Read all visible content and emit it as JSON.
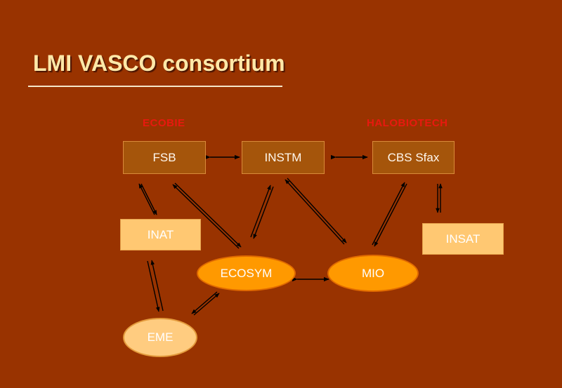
{
  "title": "LMI VASCO consortium",
  "group_labels": {
    "left": "ECOBIE",
    "right": "HALOBIOTECH"
  },
  "nodes": {
    "fsb": "FSB",
    "instm": "INSTM",
    "cbs": "CBS Sfax",
    "inat": "INAT",
    "insat": "INSAT",
    "ecosym": "ECOSYM",
    "mio": "MIO",
    "eme": "EME"
  },
  "colors": {
    "background": "#993300",
    "title": "#FFE8A8",
    "group_label": "#E8190F",
    "dark_box": "#A5550B",
    "light_box": "#FFC872",
    "orange_ellipse": "#FF9900",
    "light_ellipse": "#FFCC80"
  }
}
